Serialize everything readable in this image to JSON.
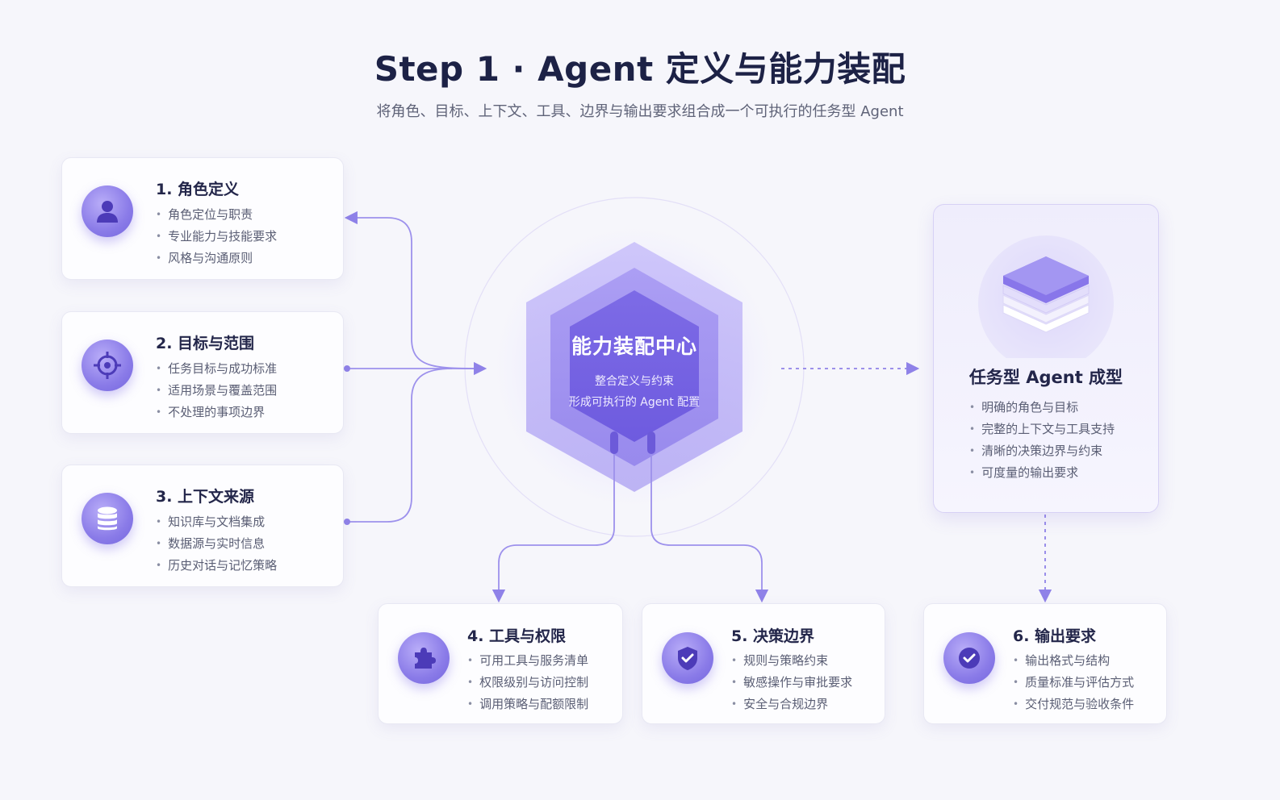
{
  "header": {
    "title": "Step 1 · Agent 定义与能力装配",
    "subtitle": "将角色、目标、上下文、工具、边界与输出要求组合成一个可执行的任务型 Agent"
  },
  "center": {
    "title": "能力装配中心",
    "line1": "整合定义与约束",
    "line2": "形成可执行的 Agent 配置"
  },
  "cards": [
    {
      "title": "1. 角色定义",
      "icon": "user-icon",
      "items": [
        "角色定位与职责",
        "专业能力与技能要求",
        "风格与沟通原则"
      ]
    },
    {
      "title": "2. 目标与范围",
      "icon": "target-icon",
      "items": [
        "任务目标与成功标准",
        "适用场景与覆盖范围",
        "不处理的事项边界"
      ]
    },
    {
      "title": "3. 上下文来源",
      "icon": "database-icon",
      "items": [
        "知识库与文档集成",
        "数据源与实时信息",
        "历史对话与记忆策略"
      ]
    },
    {
      "title": "4. 工具与权限",
      "icon": "puzzle-icon",
      "items": [
        "可用工具与服务清单",
        "权限级别与访问控制",
        "调用策略与配额限制"
      ]
    },
    {
      "title": "5. 决策边界",
      "icon": "shield-check-icon",
      "items": [
        "规则与策略约束",
        "敏感操作与审批要求",
        "安全与合规边界"
      ]
    },
    {
      "title": "6. 输出要求",
      "icon": "check-circle-icon",
      "items": [
        "输出格式与结构",
        "质量标准与评估方式",
        "交付规范与验收条件"
      ]
    }
  ],
  "result": {
    "title": "任务型 Agent 成型",
    "icon": "layers-icon",
    "items": [
      "明确的角色与目标",
      "完整的上下文与工具支持",
      "清晰的决策边界与约束",
      "可度量的输出要求"
    ]
  },
  "colors": {
    "accent": "#7b6ae6",
    "accent_light": "#b9adf8",
    "connector": "#8f82e8",
    "title_text": "#1d2246"
  }
}
